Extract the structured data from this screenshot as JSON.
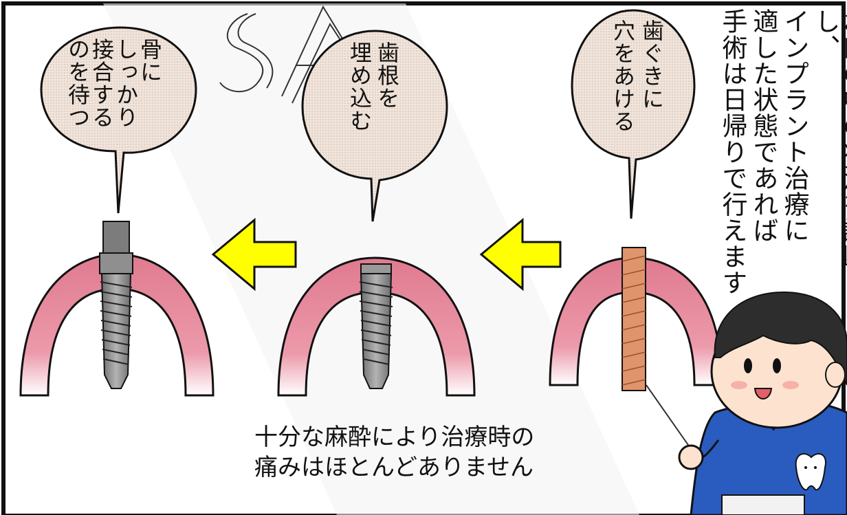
{
  "narration": {
    "line1": "お口の中の状況を診断し、",
    "line2": "インプラント治療に",
    "line3": "適した状態であれば",
    "line4": "手術は日帰りで行えます"
  },
  "steps": [
    {
      "lines": [
        "歯ぐきに",
        "穴をあける"
      ]
    },
    {
      "lines": [
        "歯根を",
        "埋め込む"
      ]
    },
    {
      "lines": [
        "骨に",
        "しっかり",
        "接合する",
        "のを待つ"
      ]
    }
  ],
  "caption": {
    "line1": "十分な麻酔により治療時の",
    "line2": "痛みはほとんどありません"
  },
  "watermark_text": "SA",
  "colors": {
    "gum_pink": "#e07a8f",
    "bubble_fill": "#efe1d7",
    "arrow_yellow": "#ffff00",
    "implant_gray": "#8a8a8a",
    "drill_hole": "#d98a66",
    "shirt_blue": "#2a5bbf"
  }
}
